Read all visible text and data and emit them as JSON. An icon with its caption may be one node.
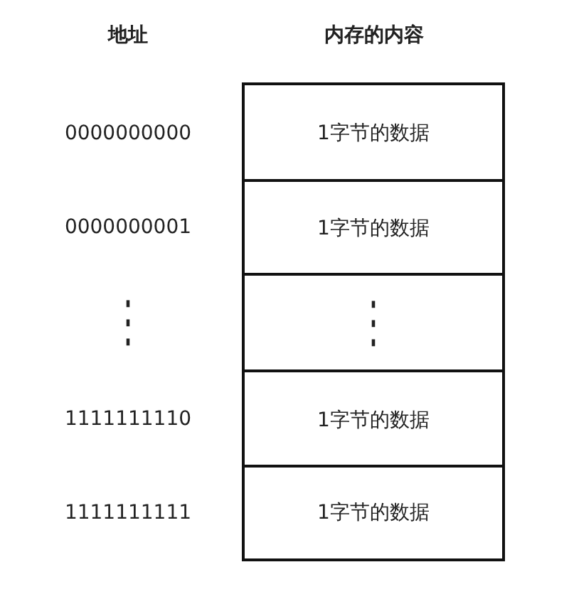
{
  "diagram": {
    "nodes": [
      {
        "text": [
          "1字节的数据"
        ]
      },
      {
        "text": [
          "1字节的数据"
        ]
      },
      {
        "text": [
          "⋮"
        ]
      },
      {
        "text": [
          "1字节的数据"
        ]
      },
      {
        "text": [
          "1字节的数据"
        ]
      }
    ],
    "labels": [
      "地址",
      "内存的内容",
      "0000000000",
      "0000000001",
      "⋮",
      "1111111110",
      "1111111111"
    ]
  }
}
